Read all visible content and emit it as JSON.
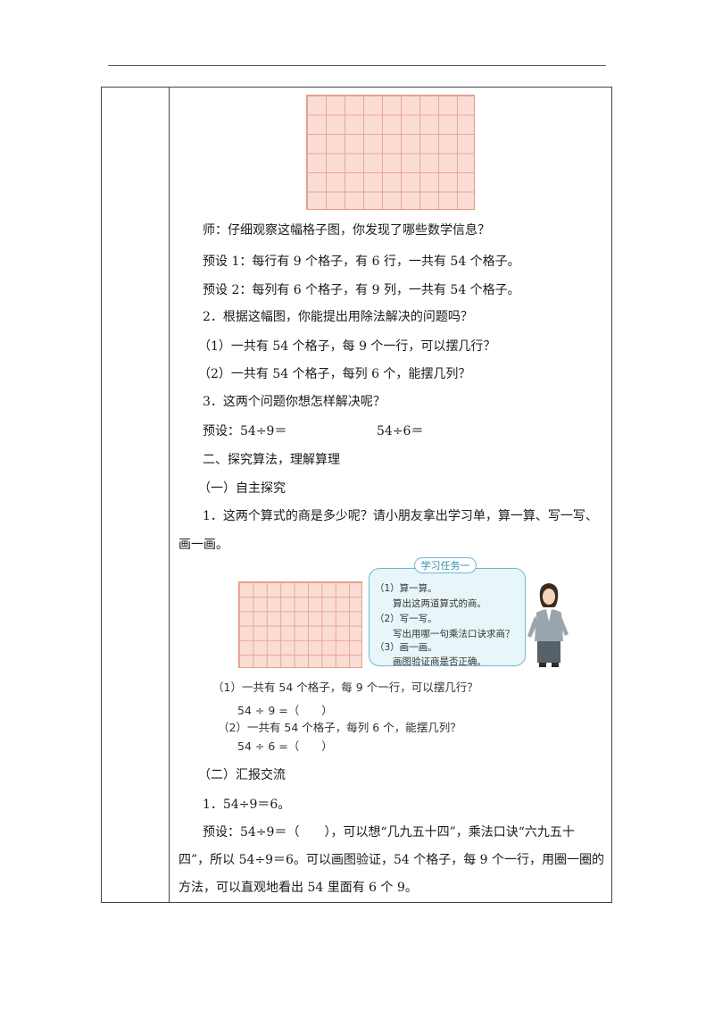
{
  "q_intro": "师：仔细观察这幅格子图，你发现了哪些数学信息？",
  "preset1": "预设 1：每行有 9 个格子，有 6 行，一共有 54 个格子。",
  "preset2": "预设 2：每列有 6 个格子，有 9 列，一共有 54 个格子。",
  "q2": "2．根据这幅图，你能提出用除法解决的问题吗？",
  "q2_1": "（1）一共有 54 个格子，每 9 个一行，可以摆几行？",
  "q2_2": "（2）一共有 54 个格子，每列 6 个，能摆几列？",
  "q3": "3．这两个问题你想怎样解决呢？",
  "preset_label": "预设：54÷9＝",
  "preset_expr2": "54÷6＝",
  "section2": "二、探究算法，理解算理",
  "sub1": "（一）自主探究",
  "q1_line1": "1．这两个算式的商是多少呢？请小朋友拿出学习单，算一算、写一写、",
  "q1_line2": "画一画。",
  "worksheet": {
    "title": "学习任务一",
    "tasks": [
      "（1）算一算。",
      "算出这两道算式的商。",
      "（2）写一写。",
      "写出用哪一句乘法口诀求商？",
      "（3）画一画。",
      "画图验证商是否正确。"
    ],
    "q1": "（1）一共有 54 个格子，每 9 个一行，可以摆几行？",
    "eq1": "54 ÷ 9 =（　　）",
    "q2": "（2）一共有 54 个格子，每列 6 个，能摆几列？",
    "eq2": "54 ÷ 6 =（　　）"
  },
  "sub2": "（二）汇报交流",
  "ans1": "1．54÷9＝6。",
  "para_line1": "预设：54÷9＝（　　），可以想“几九五十四”，乘法口诀“六九五十",
  "para_line2": "四”，所以 54÷9＝6。可以画图验证，54 个格子，每 9 个一行，用圈一圈的",
  "para_line3": "方法，可以直观地看出 54 里面有 6 个 9。",
  "colors": {
    "grid_fill": "#fbdcd3",
    "grid_line": "#e8a597",
    "bubble_border": "#6dbad0",
    "bubble_fill": "#e9f6f9"
  }
}
